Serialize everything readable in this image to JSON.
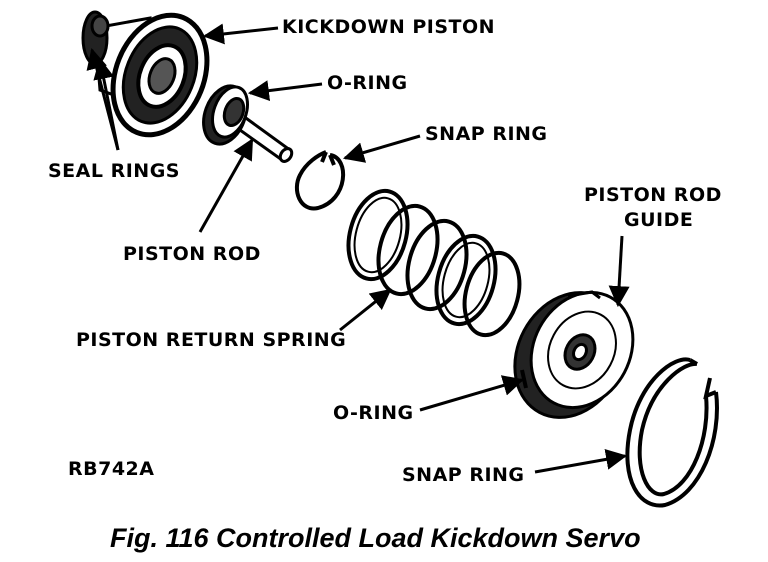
{
  "labels": {
    "kickdown_piston": "KICKDOWN PISTON",
    "o_ring_top": "O-RING",
    "snap_ring_top": "SNAP RING",
    "seal_rings": "SEAL RINGS",
    "piston_rod": "PISTON ROD",
    "piston_rod_guide_line1": "PISTON ROD",
    "piston_rod_guide_line2": "GUIDE",
    "piston_return_spring": "PISTON RETURN SPRING",
    "o_ring_bottom": "O-RING",
    "snap_ring_bottom": "SNAP RING",
    "ref_code": "RB742A"
  },
  "caption": "Fig. 116 Controlled Load Kickdown Servo",
  "colors": {
    "ink": "#000000",
    "paper": "#ffffff"
  }
}
